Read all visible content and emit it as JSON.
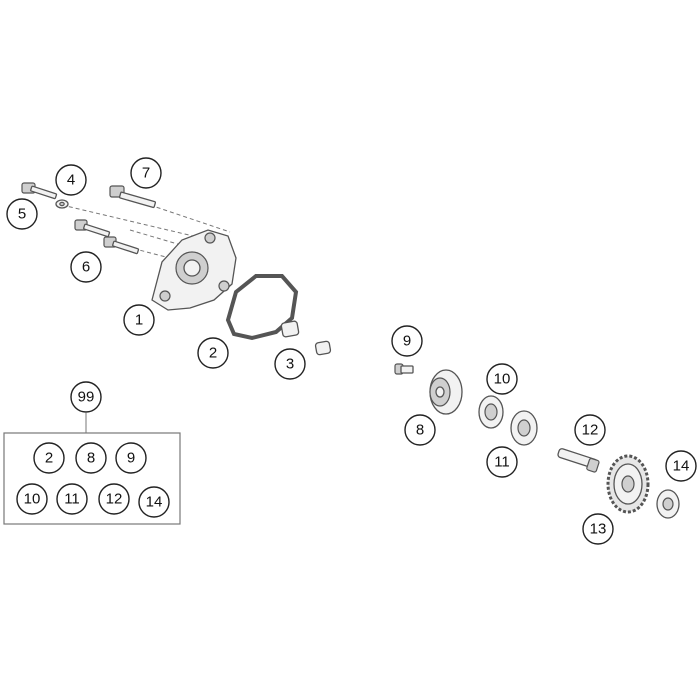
{
  "diagram": {
    "callouts": [
      {
        "id": "c1",
        "label": "1"
      },
      {
        "id": "c2",
        "label": "2"
      },
      {
        "id": "c3",
        "label": "3"
      },
      {
        "id": "c4",
        "label": "4"
      },
      {
        "id": "c5",
        "label": "5"
      },
      {
        "id": "c6",
        "label": "6"
      },
      {
        "id": "c7",
        "label": "7"
      },
      {
        "id": "c8",
        "label": "8"
      },
      {
        "id": "c9",
        "label": "9"
      },
      {
        "id": "c10",
        "label": "10"
      },
      {
        "id": "c11",
        "label": "11"
      },
      {
        "id": "c12",
        "label": "12"
      },
      {
        "id": "c13",
        "label": "13"
      },
      {
        "id": "c14",
        "label": "14"
      }
    ],
    "kit": {
      "label": "99",
      "items": [
        "2",
        "8",
        "9",
        "10",
        "11",
        "12",
        "14"
      ]
    }
  }
}
